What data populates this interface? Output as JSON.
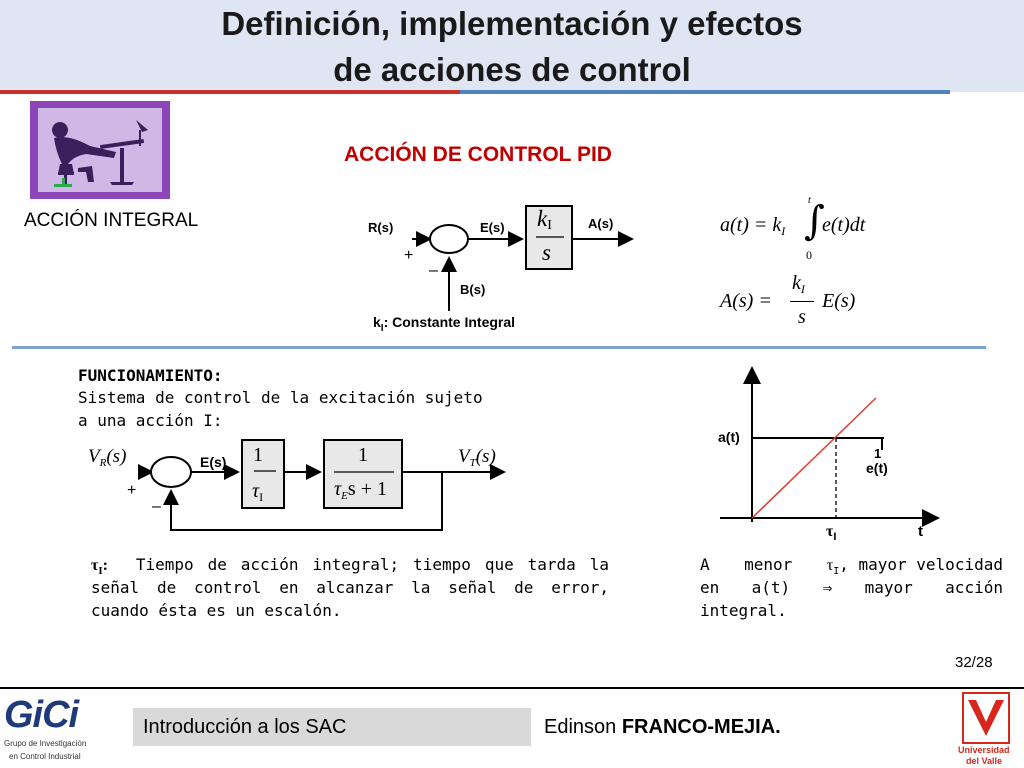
{
  "header": {
    "title_line1": "Definición, implementación y efectos",
    "title_line2": "de acciones de control"
  },
  "section": {
    "title": "ACCIÓN DE CONTROL PID",
    "subtitle": "ACCIÓN INTEGRAL"
  },
  "block_diagram_1": {
    "input": "R(s)",
    "error": "E(s)",
    "output": "A(s)",
    "feedback": "B(s)",
    "plus": "+",
    "minus": "–",
    "gain_num": "k",
    "gain_sub": "I",
    "gain_den": "s",
    "caption_k": "k",
    "caption_sub": "I",
    "caption_text": ": Constante Integral"
  },
  "equations": {
    "eq1_lhs": "a(t) = k",
    "eq1_sub": "I",
    "eq1_integrand": "e(t)dt",
    "eq1_upper": "t",
    "eq1_lower": "0",
    "eq2_lhs": "A(s) =",
    "eq2_num": "k",
    "eq2_num_sub": "I",
    "eq2_den": "s",
    "eq2_rhs": "E(s)"
  },
  "funcionamiento": {
    "heading": "FUNCIONAMIENTO:",
    "line1": "Sistema de control de la excitación sujeto",
    "line2": "a una acción I:"
  },
  "block_diagram_2": {
    "input": "V",
    "input_sub": "R",
    "input_arg": "(s)",
    "error": "E(s)",
    "output": "V",
    "output_sub": "T",
    "output_arg": "(s)",
    "plus": "+",
    "minus": "–",
    "block1_num": "1",
    "block1_den": "τ",
    "block1_den_sub": "I",
    "block2_num": "1",
    "block2_den_a": "τ",
    "block2_den_sub": "E",
    "block2_den_b": "s + 1"
  },
  "tau_note": {
    "symbol": "τ",
    "sub": "I",
    "colon": ":",
    "line1": "Tiempo de acción integral; tiempo que tarda la",
    "line2": "señal de control en alcanzar la señal de error,",
    "line3": "cuando ésta es un escalón."
  },
  "graph": {
    "y_label": "a(t)",
    "step_label": "e(t)",
    "step_mark": "1",
    "x_tick": "τ",
    "x_tick_sub": "I",
    "x_label": "t",
    "line_color": "#e03a2f"
  },
  "right_note": {
    "line1a": "A",
    "line1b": "menor",
    "line1c": "τ",
    "line1c_sub": "I",
    "line1d": ", mayor velocidad",
    "line2a": "en",
    "line2b": "a(t)",
    "line2c": "⇒",
    "line2d": "mayor",
    "line2e": "acción",
    "line3": "integral."
  },
  "page_number": "32/28",
  "footer": {
    "logo_text": "GiCi",
    "group_line1": "Grupo de Investigación",
    "group_line2": "en Control Industrial",
    "course": "Introducción a los SAC",
    "author_first": "Edinson ",
    "author_last": "FRANCO-MEJIA.",
    "univ_line1": "Universidad",
    "univ_line2": "del Valle"
  },
  "colors": {
    "accent_red": "#c00000",
    "gici_blue": "#1f3a7a",
    "univ_red": "#d7261e"
  }
}
